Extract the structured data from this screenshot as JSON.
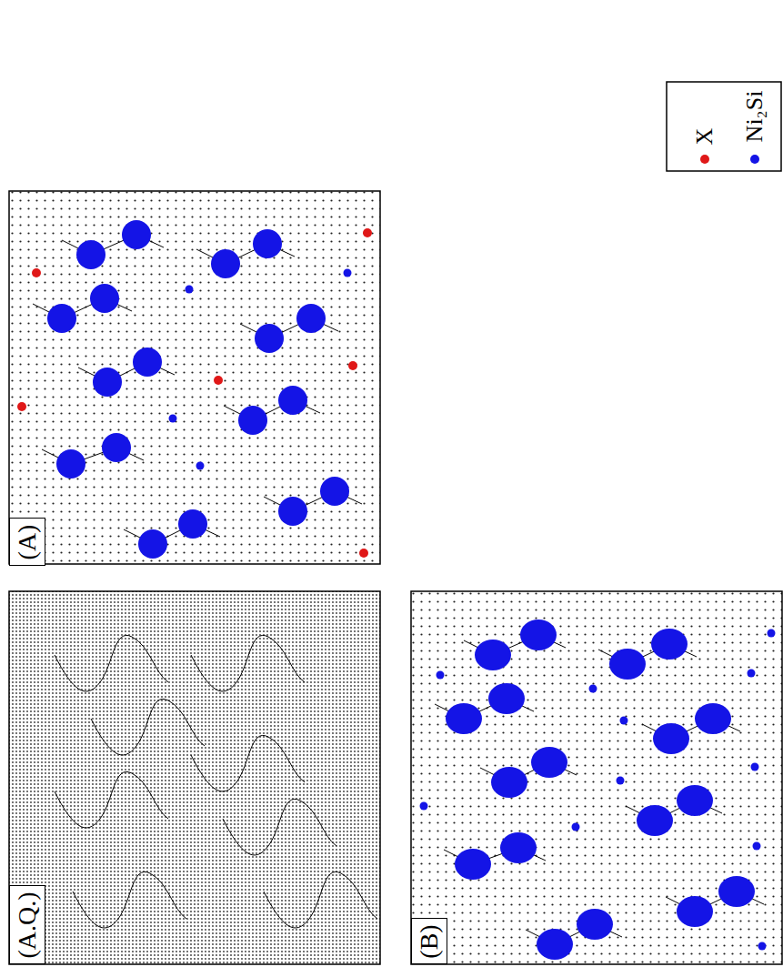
{
  "diagram": {
    "nodes": [
      {
        "text": [
          "(A.Q.)"
        ]
      },
      {
        "text": [
          "(A)"
        ]
      },
      {
        "text": [
          "(B)"
        ]
      }
    ],
    "legend": [
      {
        "text": "X",
        "color": "#e01818"
      },
      {
        "text": "Ni₂Si",
        "color": "#1414e6"
      }
    ]
  }
}
